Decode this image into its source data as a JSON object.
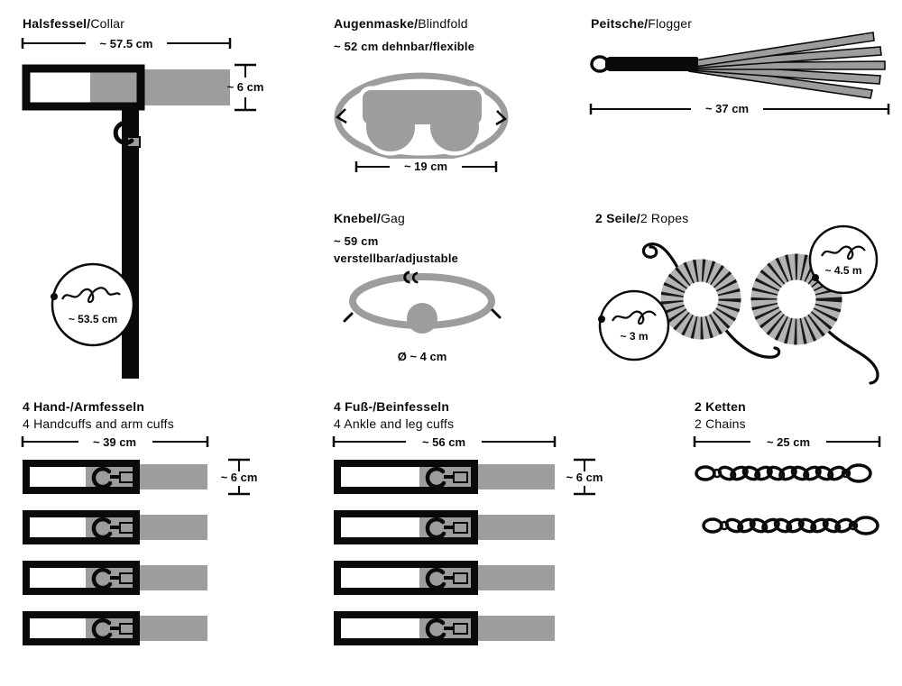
{
  "palette": {
    "ink": "#0a0a0a",
    "gray": "#9d9d9d",
    "rope_gray": "#b3b3b3",
    "bg": "#ffffff"
  },
  "sections": {
    "collar": {
      "title_de": "Halsfessel/",
      "title_en": "Collar",
      "width": "~ 57.5 cm",
      "height": "~ 6 cm",
      "strap_length": "~ 53.5 cm"
    },
    "blindfold": {
      "title_de": "Augenmaske/",
      "title_en": "Blindfold",
      "stretch": "~ 52 cm dehnbar/flexible",
      "width": "~ 19 cm"
    },
    "flogger": {
      "title_de": "Peitsche/",
      "title_en": "Flogger",
      "length": "~ 37 cm"
    },
    "gag": {
      "title_de": "Knebel/",
      "title_en": "Gag",
      "length": "~ 59 cm",
      "adjustable": "verstellbar/adjustable",
      "ball_diameter": "Ø ~ 4 cm"
    },
    "ropes": {
      "title_de": "2 Seile/",
      "title_en": "2 Ropes",
      "rope_short": "~ 3 m",
      "rope_long": "~ 4.5 m"
    },
    "handcuffs": {
      "title_de": "4 Hand-/Armfesseln",
      "title_en": "4 Handcuffs and arm cuffs",
      "width": "~ 39 cm",
      "height": "~ 6 cm"
    },
    "anklecuffs": {
      "title_de": "4 Fuß-/Beinfesseln",
      "title_en": "4 Ankle and leg cuffs",
      "width": "~ 56 cm",
      "height": "~ 6 cm"
    },
    "chains": {
      "title_de": "2 Ketten",
      "title_en": "2 Chains",
      "length": "~ 25 cm"
    }
  }
}
